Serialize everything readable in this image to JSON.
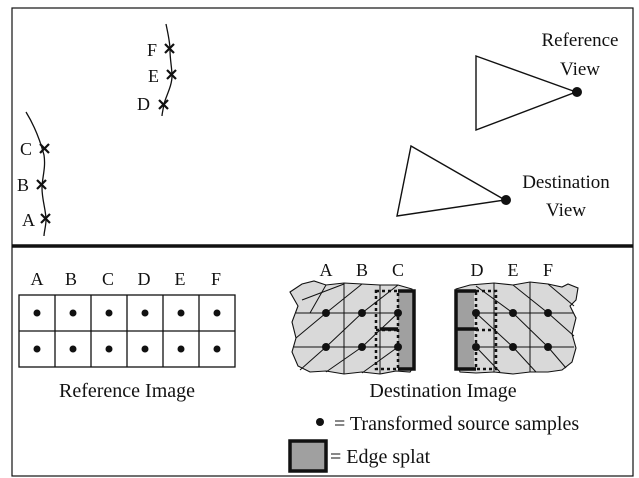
{
  "top_panel": {
    "curve_left_points": [
      "A",
      "B",
      "C"
    ],
    "curve_right_points": [
      "D",
      "E",
      "F"
    ],
    "reference_view": {
      "line1": "Reference",
      "line2": "View"
    },
    "destination_view": {
      "line1": "Destination",
      "line2": "View"
    }
  },
  "reference_image": {
    "columns": [
      "A",
      "B",
      "C",
      "D",
      "E",
      "F"
    ],
    "caption": "Reference Image"
  },
  "destination_image": {
    "columns_left": [
      "A",
      "B",
      "C"
    ],
    "columns_right": [
      "D",
      "E",
      "F"
    ],
    "caption": "Destination Image"
  },
  "legend": {
    "samples": "= Transformed source samples",
    "splat": "= Edge splat"
  },
  "colors": {
    "line": "#111111",
    "mesh_fill": "#d9d9d9",
    "splat_fill": "#a0a0a0"
  }
}
